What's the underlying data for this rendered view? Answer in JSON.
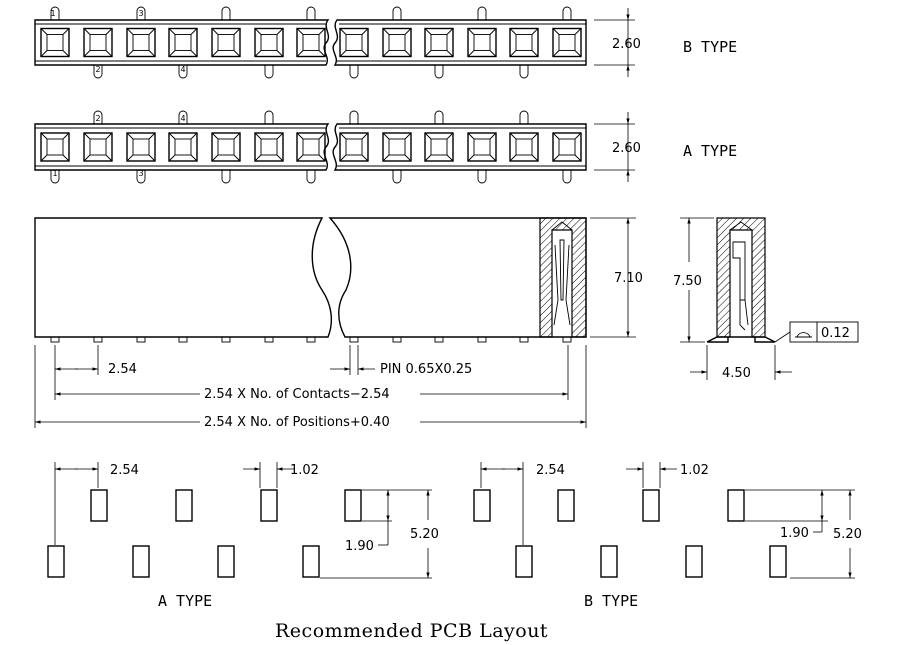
{
  "row_b": {
    "label": "B TYPE",
    "height_dim": "2.60",
    "pin_numbers_top": [
      "1",
      "3"
    ],
    "pin_numbers_bottom": [
      "2",
      "4"
    ]
  },
  "row_a": {
    "label": "A TYPE",
    "height_dim": "2.60",
    "pin_numbers_top": [
      "2",
      "4"
    ],
    "pin_numbers_bottom": [
      "1",
      "3"
    ]
  },
  "side_view": {
    "height_dim": "7.10",
    "pitch_dim": "2.54",
    "pin_note": "PIN 0.65X0.25",
    "contacts_formula": "2.54 X No. of Contacts−2.54",
    "positions_formula": "2.54 X No. of Positions+0.40"
  },
  "end_view": {
    "height_dim": "7.50",
    "width_dim": "4.50",
    "flatness_value": "0.12"
  },
  "pcb_a": {
    "pitch_dim": "2.54",
    "pad_width_dim": "1.02",
    "row_offset_dim": "1.90",
    "span_dim": "5.20",
    "label": "A TYPE"
  },
  "pcb_b": {
    "pitch_dim": "2.54",
    "pad_width_dim": "1.02",
    "row_offset_dim": "1.90",
    "span_dim": "5.20",
    "label": "B TYPE"
  },
  "caption": "Recommended PCB Layout"
}
